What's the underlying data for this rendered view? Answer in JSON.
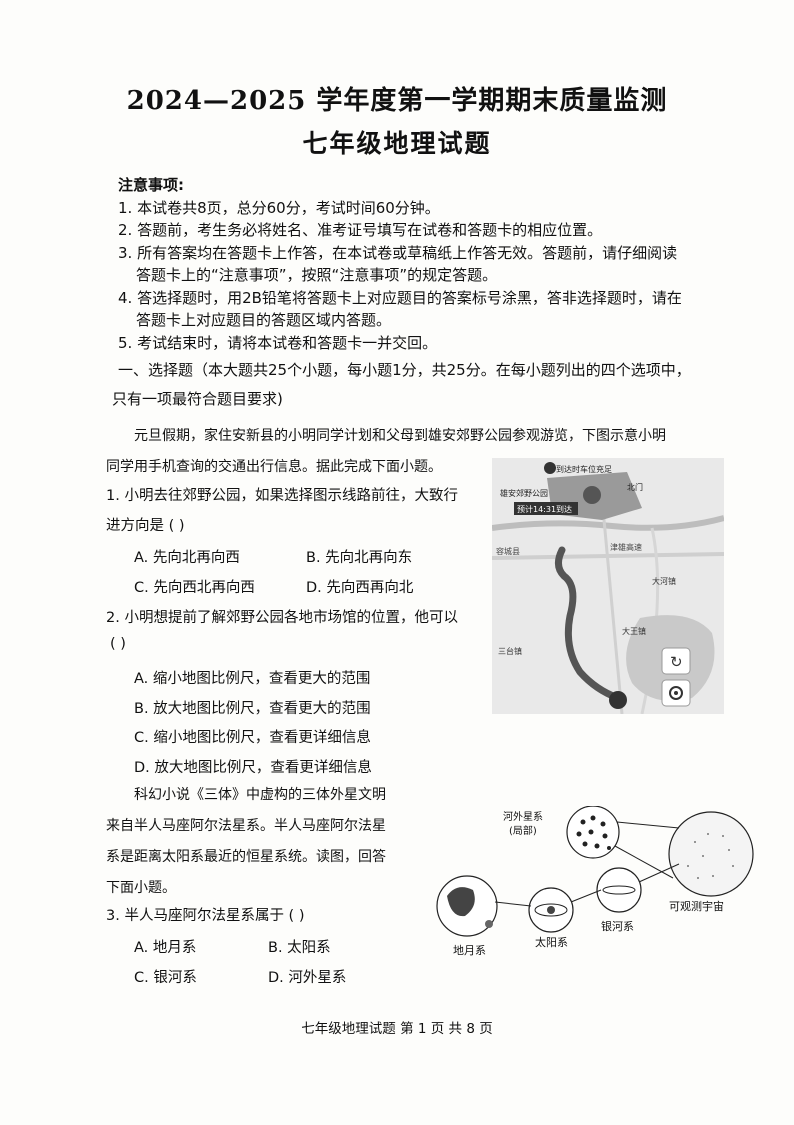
{
  "header": {
    "title": "2024—2025 学年度第一学期期末质量监测",
    "subtitle": "七年级地理试题"
  },
  "notes": {
    "heading": "注意事项:",
    "items": [
      "1. 本试卷共8页，总分60分，考试时间60分钟。",
      "2. 答题前，考生务必将姓名、准考证号填写在试卷和答题卡的相应位置。",
      "3. 所有答案均在答题卡上作答，在本试卷或草稿纸上作答无效。答题前，请仔细阅读",
      "答题卡上的“注意事项”，按照“注意事项”的规定答题。",
      "4. 答选择题时，用2B铅笔将答题卡上对应题目的答案标号涂黑，答非选择题时，请在",
      "答题卡上对应题目的答题区域内答题。",
      "5. 考试结束时，请将本试卷和答题卡一并交回。"
    ]
  },
  "section1": {
    "line1": "一、选择题（本大题共25个小题，每小题1分，共25分。在每小题列出的四个选项中，",
    "line2": "只有一项最符合题目要求)"
  },
  "intro1": {
    "line1": "元旦假期，家住安新县的小明同学计划和父母到雄安郊野公园参观游览，下图示意小明",
    "line2": "同学用手机查询的交通出行信息。据此完成下面小题。"
  },
  "q1": {
    "stem1": "1. 小明去往郊野公园，如果选择图示线路前往，大致行",
    "stem2": "进方向是 (      )",
    "a": "A. 先向北再向西",
    "b": "B. 先向北再向东",
    "c": "C. 先向西北再向西",
    "d": "D. 先向西再向北"
  },
  "q2": {
    "stem1": "2. 小明想提前了解郊野公园各地市场馆的位置，他可以",
    "stem2": "(      )",
    "a": "A. 缩小地图比例尺，查看更大的范围",
    "b": "B. 放大地图比例尺，查看更大的范围",
    "c": "C. 缩小地图比例尺，查看更详细信息",
    "d": "D. 放大地图比例尺，查看更详细信息"
  },
  "intro2": {
    "line1": "科幻小说《三体》中虚构的三体外星文明",
    "line2": "来自半人马座阿尔法星系。半人马座阿尔法星",
    "line3": "系是距离太阳系最近的恒星系统。读图，回答",
    "line4": "下面小题。"
  },
  "q3": {
    "stem": "3. 半人马座阿尔法星系属于 (      )",
    "a": "A. 地月系",
    "b": "B. 太阳系",
    "c": "C. 银河系",
    "d": "D. 河外星系"
  },
  "map": {
    "park_name": "雄安郊野公园",
    "arrival": "预计14:31到达",
    "north_gate": "北门",
    "parking": "到达时车位充足",
    "town1": "大河镇",
    "town2": "大王镇",
    "town3": "三台镇",
    "road1": "容城县",
    "road2": "津雄高速",
    "colors": {
      "route": "#555555",
      "bg": "#ebebeb"
    }
  },
  "figure": {
    "label_extragalactic": "河外星系",
    "label_part": "(局部)",
    "label_observable": "可观测宇宙",
    "label_milkyway": "银河系",
    "label_solar": "太阳系",
    "label_earthmoon": "地月系"
  },
  "footer": {
    "text": "七年级地理试题   第 1 页   共 8 页"
  }
}
